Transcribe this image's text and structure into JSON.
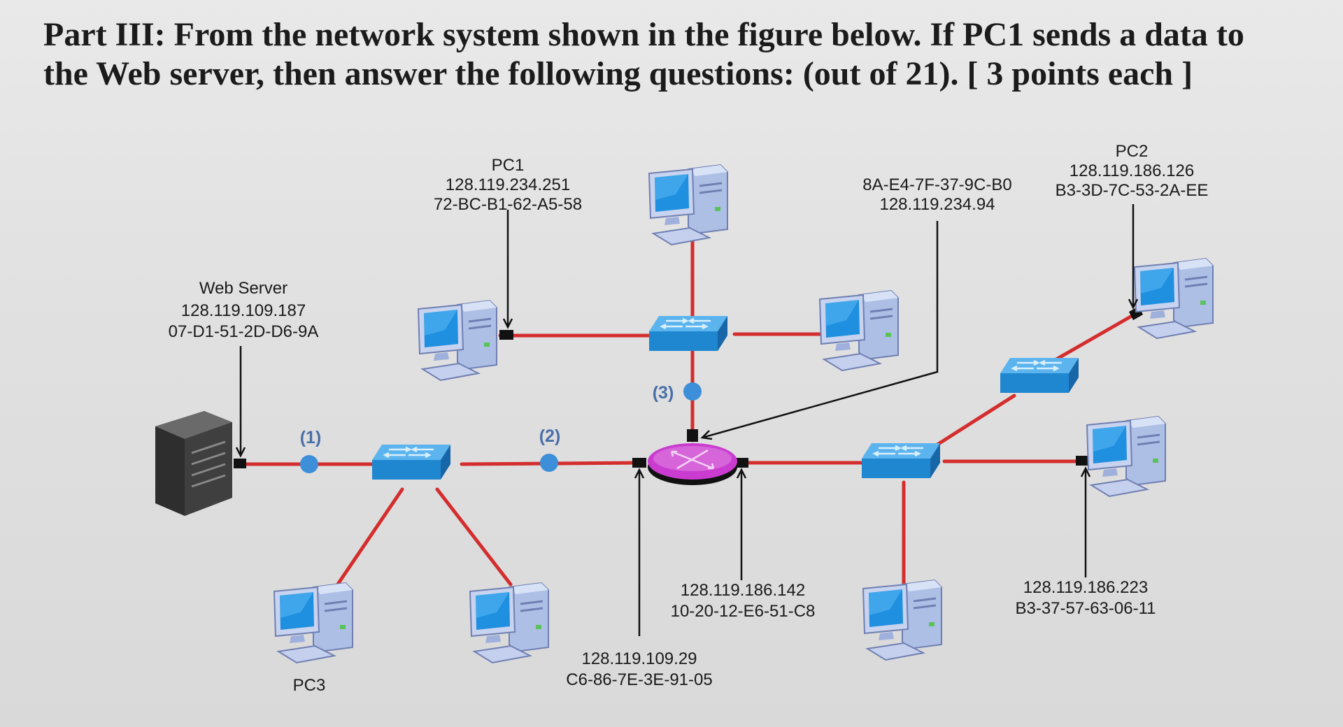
{
  "heading": {
    "line1": "Part III: From the network system shown in the figure below. If PC1 sends a data to",
    "line2": "the Web server, then answer the following questions: (out of 21). [ 3 points each ]"
  },
  "nodes": {
    "pc1": {
      "name": "PC1",
      "ip": "128.119.234.251",
      "mac": "72-BC-B1-62-A5-58"
    },
    "pc2": {
      "name": "PC2",
      "ip": "128.119.186.126",
      "mac": "B3-3D-7C-53-2A-EE"
    },
    "pc3": {
      "name": "PC3"
    },
    "web_server": {
      "name": "Web Server",
      "ip": "128.119.109.187",
      "mac": "07-D1-51-2D-D6-9A"
    },
    "router_top": {
      "mac": "8A-E4-7F-37-9C-B0",
      "ip": "128.119.234.94"
    },
    "router_right": {
      "ip": "128.119.186.142",
      "mac": "10-20-12-E6-51-C8"
    },
    "router_left": {
      "ip": "128.119.109.29",
      "mac": "C6-86-7E-3E-91-05"
    },
    "pc_right": {
      "ip": "128.119.186.223",
      "mac": "B3-37-57-63-06-11"
    }
  },
  "annotations": {
    "point1": "(1)",
    "point2": "(2)",
    "point3": "(3)"
  },
  "colors": {
    "link": "#d42d2d",
    "switch": "#2f8fd6",
    "router": "#c42fc4",
    "annotation_point": "#3c8fd8",
    "pc_monitor": "#1e90e0",
    "pc_body": "#b8c8e8"
  }
}
